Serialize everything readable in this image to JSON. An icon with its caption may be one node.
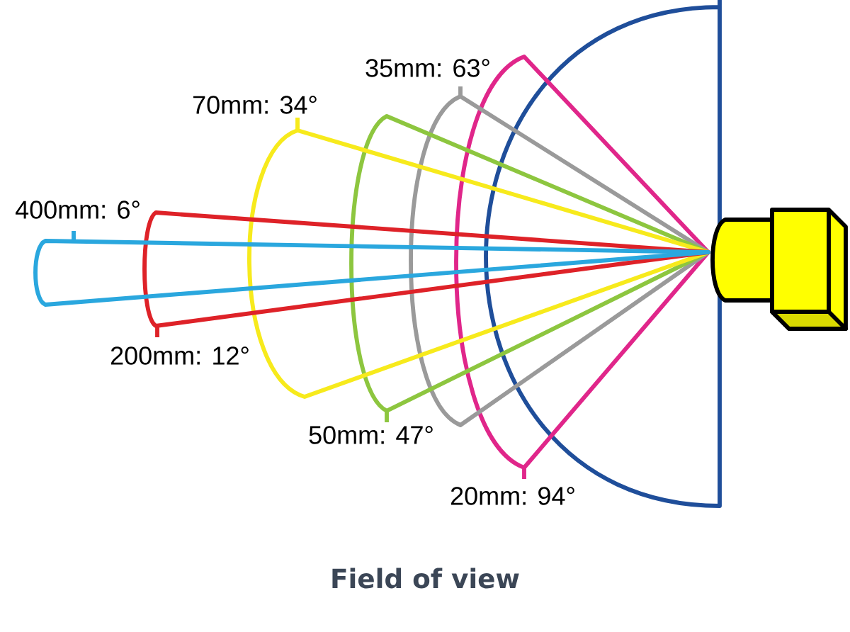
{
  "diagram": {
    "caption": "Field of view",
    "labels": [
      "35mm: 63°",
      "70mm: 34°",
      "400mm: 6°",
      "200mm: 12°",
      "50mm: 47°",
      "20mm: 94°"
    ]
  }
}
